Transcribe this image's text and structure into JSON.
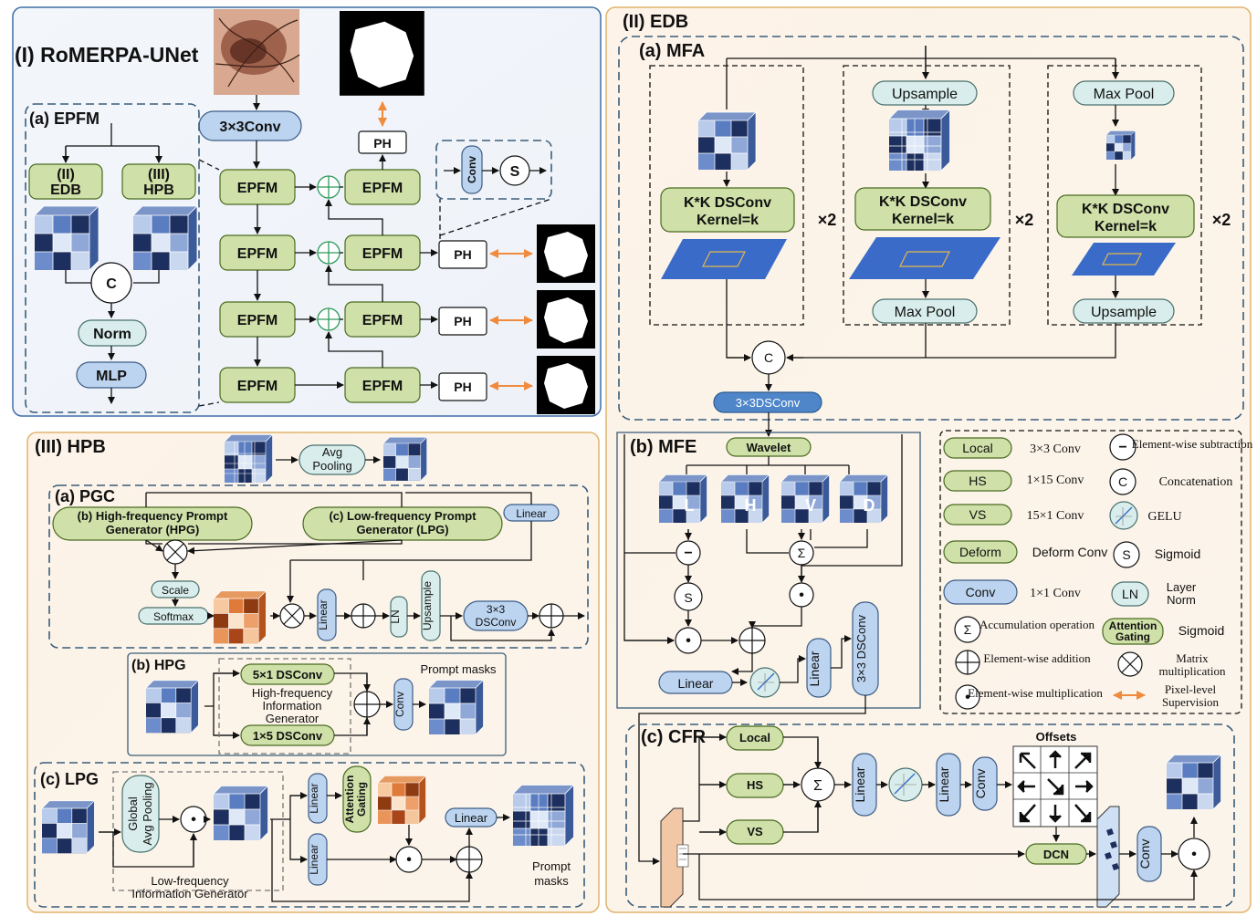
{
  "panels": {
    "romerpa": "(I) RoMERPA-UNet",
    "edb": "(II) EDB",
    "hpb": "(III) HPB",
    "epfm": "(a) EPFM",
    "mfa": "(a) MFA",
    "mfe": "(b) MFE",
    "cfr": "(c) CFR",
    "pgc": "(a) PGC",
    "hpg": "(b) HPG",
    "lpg": "(c) LPG"
  },
  "unet": {
    "conv": "3×3Conv",
    "epfm": "EPFM",
    "ph": "PH",
    "conv_short": "Conv",
    "sigmoid": "S"
  },
  "epfm": {
    "edb_num": "(II)",
    "edb": "EDB",
    "hpb_num": "(III)",
    "hpb": "HPB",
    "concat": "C",
    "norm": "Norm",
    "mlp": "MLP"
  },
  "mfa": {
    "upsample": "Upsample",
    "maxpool": "Max Pool",
    "dsconv_l1": "K*K DSConv",
    "dsconv_l2": "Kernel=k",
    "times2": "×2",
    "concat": "C",
    "dsconv3": "3×3DSConv"
  },
  "mfe": {
    "wavelet": "Wavelet",
    "subbands": [
      "L",
      "H",
      "V",
      "D"
    ],
    "sub": "−",
    "sum": "Σ",
    "sig": "S",
    "dot": "•",
    "linear": "Linear",
    "dsconv3": "3×3 DSConv"
  },
  "legend": {
    "items": [
      {
        "box": "Local",
        "desc": "3×3 Conv"
      },
      {
        "box": "HS",
        "desc": "1×15 Conv"
      },
      {
        "box": "VS",
        "desc": "15×1 Conv"
      },
      {
        "box": "Deform",
        "desc": "Deform Conv"
      },
      {
        "box": "Conv",
        "desc": "1×1 Conv"
      }
    ],
    "sym_accum": "Accumulation operation",
    "sym_add": "Element-wise addition",
    "sym_mul": "Element-wise multiplication",
    "sym_sub": "Element-wise subtraction",
    "concat": "Concatenation",
    "gelu": "GELU",
    "sigmoid": "Sigmoid",
    "layernorm_l1": "Layer",
    "layernorm_l2": "Norm",
    "ag_l1": "Attention",
    "ag_l2": "Gating",
    "ag_desc": "Sigmoid",
    "matmul_l1": "Matrix",
    "matmul_l2": "multiplication",
    "pixel_l1": "Pixel-level",
    "pixel_l2": "Supervision",
    "sig_s": "S",
    "ln_s": "LN",
    "c_s": "C",
    "sum_s": "Σ"
  },
  "cfr": {
    "local": "Local",
    "hs": "HS",
    "vs": "VS",
    "sum": "Σ",
    "linear": "Linear",
    "conv": "Conv",
    "offsets": "Offsets",
    "dcn": "DCN"
  },
  "hpb": {
    "avgpool_l1": "Avg",
    "avgpool_l2": "Pooling",
    "hpg_l1": "(b) High-frequency Prompt",
    "hpg_l2": "Generator (HPG)",
    "lpg_l1": "(c) Low-frequency Prompt",
    "lpg_l2": "Generator (LPG)",
    "linear": "Linear",
    "scale": "Scale",
    "softmax": "Softmax",
    "ln": "LN",
    "upsample": "Upsample",
    "dsconv_l1": "3×3",
    "dsconv_l2": "DSConv",
    "dsconv51": "5×1 DSConv",
    "dsconv15": "1×5 DSConv",
    "hfig_l1": "High-frequency",
    "hfig_l2": "Information",
    "hfig_l3": "Generator",
    "conv": "Conv",
    "prompt_masks": "Prompt masks",
    "gap_l1": "Global",
    "gap_l2": "Avg Pooling",
    "ag_l1": "Attention",
    "ag_l2": "Gating",
    "lfig_l1": "Low-frequency",
    "lfig_l2": "Information Generator",
    "prompt_l1": "Prompt",
    "prompt_l2": "masks"
  },
  "colors": {
    "green_box": "#cfe0a8",
    "blue_box": "#bcd4ef",
    "teal_box": "#d9eeec",
    "supervision_arrow": "#f08a3c",
    "cube_dark": "#1d2f5e",
    "cube_orange": "#e07a3a"
  }
}
